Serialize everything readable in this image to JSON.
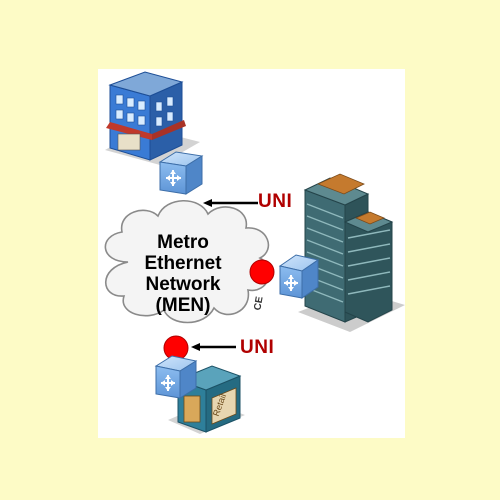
{
  "network": {
    "line1": "Metro",
    "line2": "Ethernet",
    "line3": "Network",
    "line4": "(MEN)"
  },
  "labels": {
    "uni_top": "UNI",
    "uni_bottom": "UNI",
    "ce": "CE",
    "retail_sign": "Retail"
  },
  "colors": {
    "background": "#fdfbc6",
    "panel": "#ffffff",
    "uni_text": "#b00000",
    "endpoint_dot": "#ff0000",
    "switch_blue": "#7fb2e8",
    "building_blue": "#3a7bd5",
    "tower_dark": "#3f6b73"
  },
  "icons": [
    "office-building-icon",
    "tower-building-icon",
    "retail-store-icon",
    "ethernet-switch-icon",
    "cloud-icon"
  ]
}
